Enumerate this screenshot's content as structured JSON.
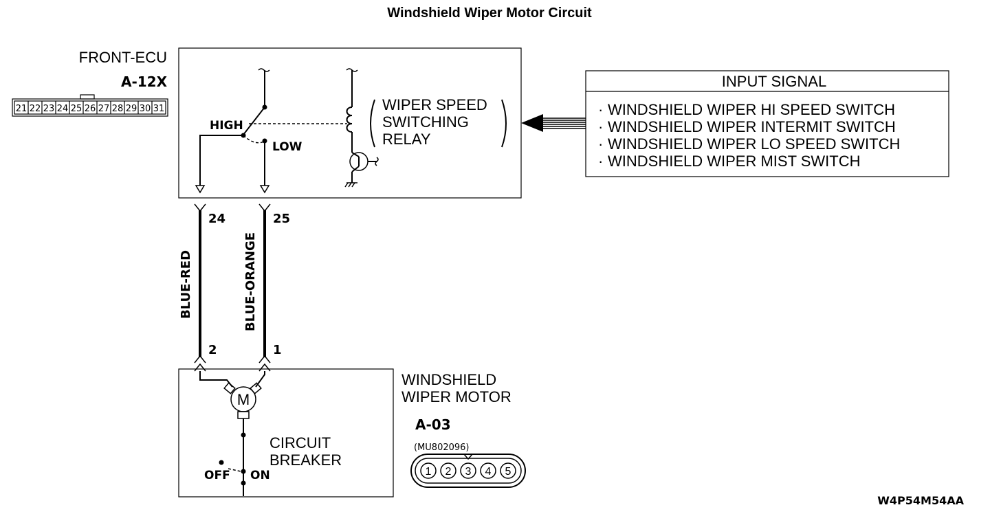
{
  "title": "Windshield Wiper Motor Circuit",
  "ecu": {
    "name": "FRONT-ECU",
    "connector": "A-12X",
    "pins": [
      "21",
      "22",
      "23",
      "24",
      "25",
      "26",
      "27",
      "28",
      "29",
      "30",
      "31"
    ]
  },
  "relay": {
    "label_lines": [
      "WIPER SPEED",
      "SWITCHING",
      "RELAY"
    ],
    "high_label": "HIGH",
    "low_label": "LOW"
  },
  "input_signal": {
    "header": "INPUT SIGNAL",
    "items": [
      "WINDSHIELD WIPER HI SPEED SWITCH",
      "WINDSHIELD WIPER INTERMIT SWITCH",
      "WINDSHIELD WIPER LO SPEED SWITCH",
      "WINDSHIELD WIPER MIST SWITCH"
    ]
  },
  "wires": [
    {
      "ecu_pin": "24",
      "motor_pin": "2",
      "color": "BLUE-RED"
    },
    {
      "ecu_pin": "25",
      "motor_pin": "1",
      "color": "BLUE-ORANGE"
    }
  ],
  "motor": {
    "name_lines": [
      "WINDSHIELD",
      "WIPER MOTOR"
    ],
    "symbol": "M",
    "connector": "A-03",
    "part_number": "(MU802096)",
    "pins": [
      "1",
      "2",
      "3",
      "4",
      "5"
    ]
  },
  "breaker": {
    "label_lines": [
      "CIRCUIT",
      "BREAKER"
    ],
    "off_label": "OFF",
    "on_label": "ON"
  },
  "figure_code": "W4P54M54AA"
}
